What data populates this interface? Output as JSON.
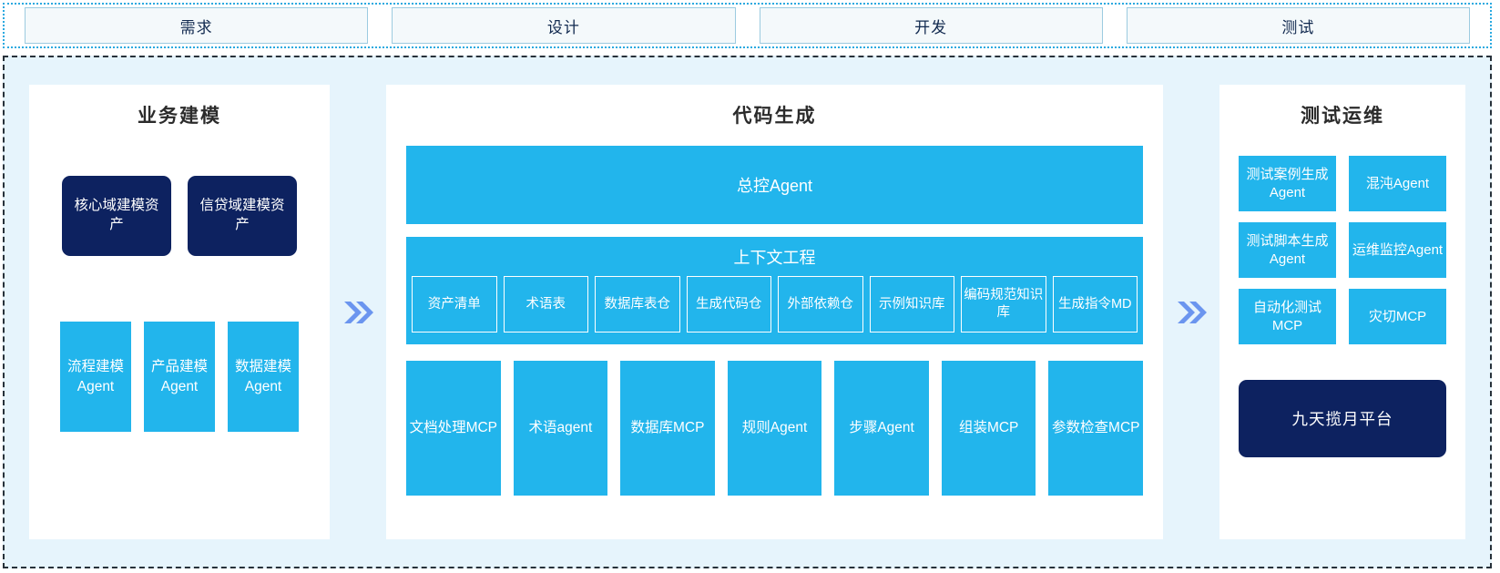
{
  "phases": [
    {
      "label": "需求"
    },
    {
      "label": "设计"
    },
    {
      "label": "开发"
    },
    {
      "label": "测试"
    }
  ],
  "business_modeling": {
    "title": "业务建模",
    "assets": [
      {
        "label": "核心域建模资产"
      },
      {
        "label": "信贷域建模资产"
      }
    ],
    "agents": [
      {
        "label": "流程建模Agent"
      },
      {
        "label": "产品建模Agent"
      },
      {
        "label": "数据建模Agent"
      }
    ]
  },
  "code_generation": {
    "title": "代码生成",
    "control_agent": "总控Agent",
    "context_engineering": {
      "title": "上下文工程",
      "items": [
        {
          "label": "资产清单"
        },
        {
          "label": "术语表"
        },
        {
          "label": "数据库表仓"
        },
        {
          "label": "生成代码仓"
        },
        {
          "label": "外部依赖仓"
        },
        {
          "label": "示例知识库"
        },
        {
          "label": "编码规范知识库"
        },
        {
          "label": "生成指令MD"
        }
      ]
    },
    "tools": [
      {
        "label": "文档处理MCP"
      },
      {
        "label": "术语agent"
      },
      {
        "label": "数据库MCP"
      },
      {
        "label": "规则Agent"
      },
      {
        "label": "步骤Agent"
      },
      {
        "label": "组装MCP"
      },
      {
        "label": "参数检查MCP"
      }
    ]
  },
  "test_ops": {
    "title": "测试运维",
    "items": [
      {
        "label": "测试案例生成Agent"
      },
      {
        "label": "混沌Agent"
      },
      {
        "label": "测试脚本生成Agent"
      },
      {
        "label": "运维监控Agent"
      },
      {
        "label": "自动化测试MCP"
      },
      {
        "label": "灾切MCP"
      }
    ],
    "platform": "九天揽月平台"
  },
  "colors": {
    "cyan": "#22b5ec",
    "navy": "#0d2260",
    "arrow": "#6b95ef",
    "panel_bg": "#e6f4fc",
    "phase_bg": "#f4f9fb"
  }
}
